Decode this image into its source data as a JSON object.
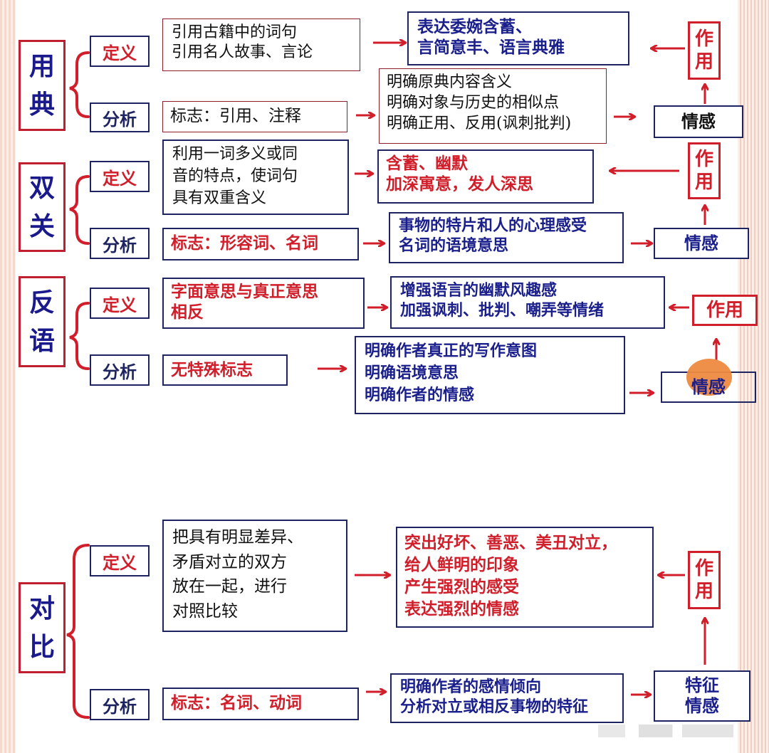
{
  "sections": {
    "yongdian": {
      "topic": [
        "用",
        "典"
      ],
      "definition_tag": "定义",
      "definition": [
        "引用古籍中的词句",
        "引用名人故事、言论"
      ],
      "definition_effect": [
        "表达委婉含蓄、",
        "言简意丰、语言典雅"
      ],
      "analysis_tag": "分析",
      "analysis": "标志：引用、注释",
      "analysis_result": [
        "明确原典内容含义",
        "明确对象与历史的相似点",
        "明确正用、反用(讽刺批判)"
      ],
      "emotion": "情感",
      "effect": [
        "作",
        "用"
      ]
    },
    "shuangguan": {
      "topic": [
        "双",
        "关"
      ],
      "definition_tag": "定义",
      "definition": [
        "利用一词多义或同",
        "音的特点，使词句",
        "具有双重含义"
      ],
      "definition_effect": [
        "含蓄、幽默",
        "加深寓意，发人深思"
      ],
      "analysis_tag": "分析",
      "analysis": "标志：形容词、名词",
      "analysis_result": [
        "事物的特片和人的心理感受",
        "名词的语境意思"
      ],
      "emotion": "情感",
      "effect": [
        "作",
        "用"
      ]
    },
    "fanyu": {
      "topic": [
        "反",
        "语"
      ],
      "definition_tag": "定义",
      "definition": [
        "字面意思与真正意思",
        "相反"
      ],
      "definition_effect": [
        "增强语言的幽默风趣感",
        "加强讽刺、批判、嘲弄等情绪"
      ],
      "analysis_tag": "分析",
      "analysis": "无特殊标志",
      "analysis_result": [
        "明确作者真正的写作意图",
        "明确语境意思",
        "明确作者的情感"
      ],
      "emotion": "情感",
      "effect": "作用"
    },
    "duibi": {
      "topic": [
        "对",
        "比"
      ],
      "definition_tag": "定义",
      "definition": [
        "把具有明显差异、",
        "矛盾对立的双方",
        "放在一起，进行",
        "对照比较"
      ],
      "definition_effect": [
        "突出好坏、善恶、美丑对立，",
        "给人鲜明的印象",
        "产生强烈的感受",
        "表达强烈的情感"
      ],
      "analysis_tag": "分析",
      "analysis": "标志：名词、动词",
      "analysis_result": [
        "明确作者的感情倾向",
        "分析对立或相反事物的特征"
      ],
      "emotion": [
        "特征",
        "情感"
      ],
      "effect": [
        "作",
        "用"
      ]
    }
  },
  "colors": {
    "red": "#d01e2a",
    "navy": "#1e2460",
    "blue_text": "#1a1f8c"
  }
}
